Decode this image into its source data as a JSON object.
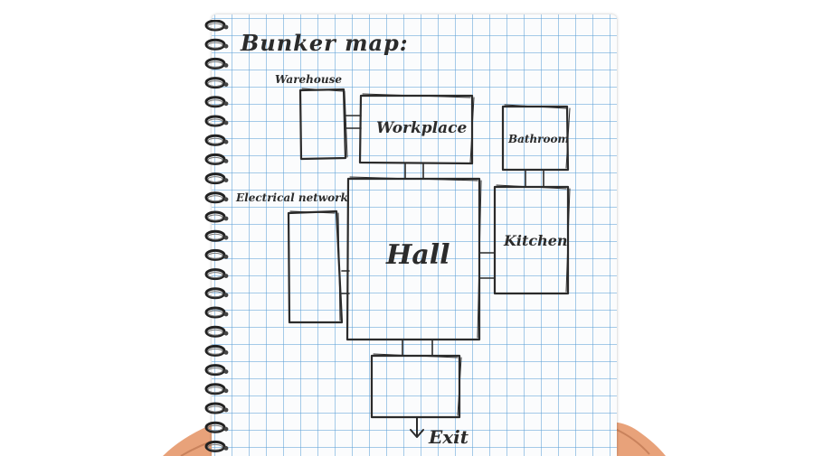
{
  "map": {
    "title": "Bunker map:",
    "rooms": {
      "warehouse": "Warehouse",
      "workplace": "Workplace",
      "bathroom": "Bathroom",
      "electrical_network": "Electrical network",
      "hall": "Hall",
      "kitchen": "Kitchen",
      "exit": "Exit"
    }
  },
  "colors": {
    "grid": "#5ea0d7",
    "ink": "#2b2b2b",
    "paper": "#fbfcfd",
    "skin": "#e8a27a",
    "spiral": "#222222"
  }
}
